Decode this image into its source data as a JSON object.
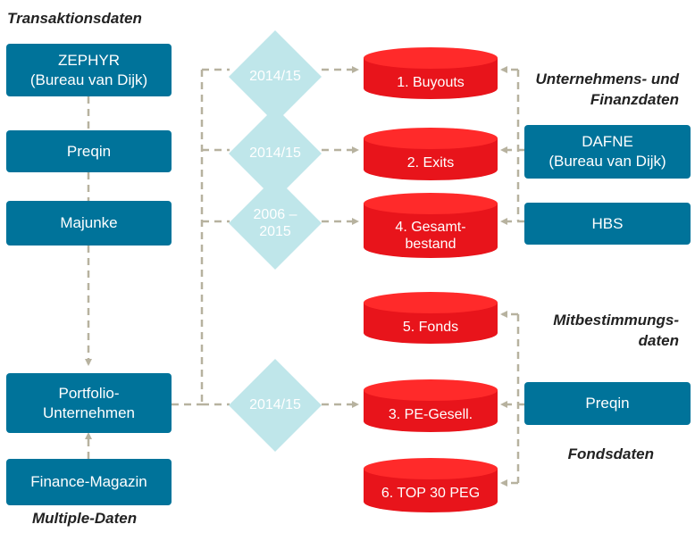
{
  "headings": {
    "transaction": "Transaktionsdaten",
    "company_line1": "Unternehmens- und",
    "company_line2": "Finanzdaten",
    "codetermination_line1": "Mitbestimmungs-",
    "codetermination_line2": "daten",
    "fund": "Fondsdaten",
    "multiple": "Multiple-Daten"
  },
  "left_sources": {
    "zephyr_line1": "ZEPHYR",
    "zephyr_line2": "(Bureau van Dijk)",
    "preqin": "Preqin",
    "majunke": "Majunke",
    "portfolio_line1": "Portfolio-",
    "portfolio_line2": "Unternehmen",
    "finance_magazin": "Finance-Magazin"
  },
  "periods": {
    "buyouts": "2014/15",
    "exits": "2014/15",
    "total_line1": "2006 –",
    "total_line2": "2015",
    "pe": "2014/15"
  },
  "databases": {
    "buyouts": "1. Buyouts",
    "exits": "2. Exits",
    "total_line1": "4. Gesamt-",
    "total_line2": "bestand",
    "funds": "5. Fonds",
    "pe": "3. PE-Gesell.",
    "top30": "6. TOP 30 PEG"
  },
  "right_sources": {
    "dafne_line1": "DAFNE",
    "dafne_line2": "(Bureau van Dijk)",
    "hbs": "HBS",
    "preqin": "Preqin"
  },
  "colors": {
    "source_box": "#00739a",
    "period_diamond": "#bfe6ea",
    "database": "#e8141b",
    "database_top": "#ff2a2a",
    "connector": "#b7b29f"
  }
}
